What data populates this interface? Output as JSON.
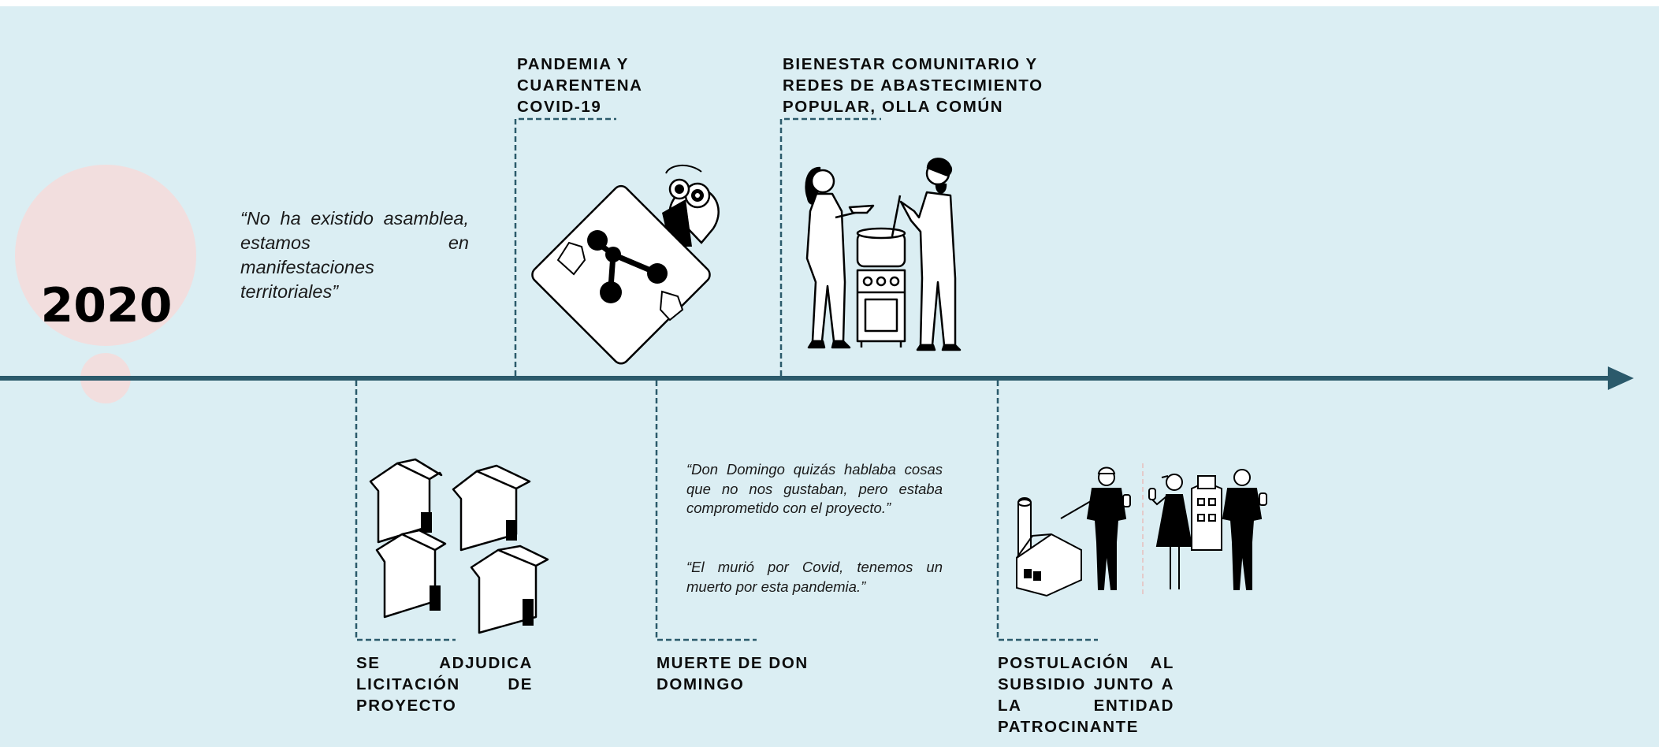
{
  "year": "2020",
  "colors": {
    "background": "#dbeef3",
    "axis": "#2b5a6b",
    "circle": "#f2dede",
    "ink": "#000000"
  },
  "quote_top": "“No ha existido asamblea, estamos en manifestaciones territoriales”",
  "events_above": [
    {
      "title": "PANDEMIA Y CUARENTENA COVID-19",
      "icon": "biohazard-sign-gas-mask-icon"
    },
    {
      "title": "BIENESTAR COMUNITARIO Y REDES DE ABASTECIMIENTO POPULAR, OLLA COMÚN",
      "icon": "community-cooking-pot-icon"
    }
  ],
  "events_below": [
    {
      "title": "SE ADJUDICA LICITACIÓN DE PROYECTO",
      "icon": "houses-icon"
    },
    {
      "title": "MUERTE DE DON DOMINGO",
      "quotes": [
        "“Don Domingo quizás hablaba cosas que no nos gustaban, pero estaba comprometido con el proyecto.”",
        "“El murió por Covid, tenemos un muerto por esta pandemia.”"
      ]
    },
    {
      "title": "POSTULACIÓN AL SUBSIDIO JUNTO A LA ENTIDAD PATROCINANTE",
      "icon": "subsidy-application-people-icon"
    }
  ]
}
